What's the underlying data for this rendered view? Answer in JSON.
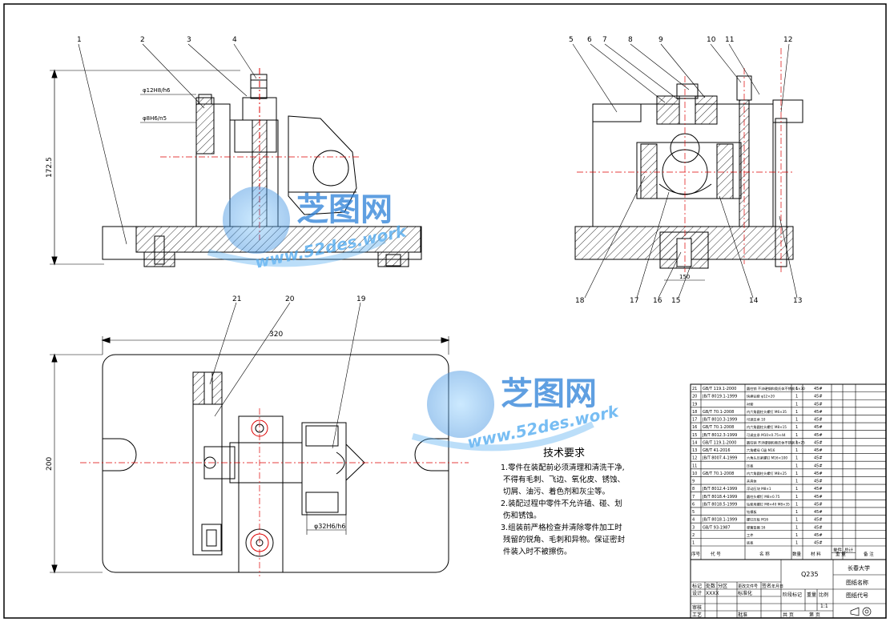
{
  "balloons": {
    "front": [
      "1",
      "2",
      "3",
      "4"
    ],
    "side": [
      "5",
      "6",
      "7",
      "8",
      "9",
      "10",
      "11",
      "12"
    ],
    "side_bottom": [
      "18",
      "17",
      "16",
      "15",
      "14",
      "13"
    ],
    "top": [
      "21",
      "20",
      "19"
    ]
  },
  "dimensions": {
    "height": "172.5",
    "phi1": "φ12H8/h6",
    "phi2": "φ8H6/n5",
    "width": "320",
    "depth": "200",
    "side_small": "150",
    "bore": "φ32H6/h6"
  },
  "watermark": {
    "brand": "芝图网",
    "url": "www.52des.work"
  },
  "tech": {
    "title": "技术要求",
    "lines": [
      "1.零件在装配前必须清理和清洗干净,",
      "不得有毛刺、飞边、氧化皮、锈蚀、",
      "切屑、油污、着色剂和灰尘等。",
      "2.装配过程中零件不允许磕、碰、划",
      "伤和锈蚀。",
      "3.组装前严格检查并清除零件加工时",
      "残留的锐角、毛刺和异物。保证密封",
      "件装入时不被擦伤。"
    ]
  },
  "bom": {
    "header": [
      "序号",
      "代 号",
      "名 称",
      "数量",
      "材 料",
      "单件",
      "总计",
      "备 注"
    ],
    "mass_label": "重 量",
    "rows": [
      [
        "21",
        "GB/T 119.1-2000",
        "圆柱销 不淬硬钢和奥氏体不锈钢 6×30",
        "1",
        "45#"
      ],
      [
        "20",
        "JB/T 8019.1-1999",
        "快换钻套 φ12×20",
        "1",
        "45#"
      ],
      [
        "19",
        "",
        "衬套",
        "1",
        "45#"
      ],
      [
        "18",
        "GB/T 70.1-2008",
        "内六角圆柱头螺钉 M6×35",
        "1",
        "45#"
      ],
      [
        "17",
        "JB/T 8010.3-1999",
        "可调支承 10",
        "1",
        "45#"
      ],
      [
        "16",
        "GB/T 70.1-2008",
        "内六角圆柱头螺钉 M8×15",
        "1",
        "45#"
      ],
      [
        "15",
        "JB/T 8012.3-1999",
        "可调支承 M10×0.75×44",
        "1",
        "45#"
      ],
      [
        "14",
        "GB/T 119.1-2000",
        "圆柱销 不淬硬钢和奥氏体不锈钢 8×25",
        "1",
        "45#"
      ],
      [
        "13",
        "GB/T 41-2016",
        "六角螺母 C级 M16",
        "1",
        "45#"
      ],
      [
        "12",
        "JB/T 8007.4-1999",
        "六角头压紧螺钉 M16×100",
        "1",
        "45#"
      ],
      [
        "11",
        "",
        "压板",
        "1",
        "45#"
      ],
      [
        "10",
        "GB/T 70.1-2008",
        "内六角圆柱头螺钉 M8×25",
        "1",
        "45#"
      ],
      [
        "9",
        "",
        "夹具体",
        "1",
        "45#"
      ],
      [
        "8",
        "JB/T 8012.4-1999",
        "浮动压块 M8×1",
        "1",
        "45#"
      ],
      [
        "7",
        "JB/T 8018.4-1999",
        "圆柱头螺钉 M8×0.75",
        "1",
        "45#"
      ],
      [
        "6",
        "JB/T 8018.5-1999",
        "钻套用螺钉 M8×40 M8×35",
        "1",
        "45#"
      ],
      [
        "5",
        "",
        "钻模板",
        "1",
        "45#"
      ],
      [
        "4",
        "JB/T 8018.1-1999",
        "螺钉压板 M16",
        "1",
        "45#"
      ],
      [
        "3",
        "GB/T 93-1987",
        "弹簧垫圈 16",
        "1",
        "45#"
      ],
      [
        "2",
        "",
        "工件",
        "1",
        "45#"
      ],
      [
        "1",
        "",
        "底板",
        "1",
        "45#"
      ]
    ]
  },
  "title_block": {
    "material": "Q235",
    "school": "长春大学",
    "drawing_name": "图纸名称",
    "drawing_code": "图纸代号",
    "labels": [
      "标记",
      "处数",
      "分区",
      "更改文件号",
      "签名",
      "年月日",
      "设计",
      "标准化",
      "阶段标记",
      "重量",
      "比例",
      "审核",
      "工艺",
      "批准",
      "共 页",
      "第 页"
    ],
    "designer": "XXXX",
    "scale": "1:1"
  }
}
